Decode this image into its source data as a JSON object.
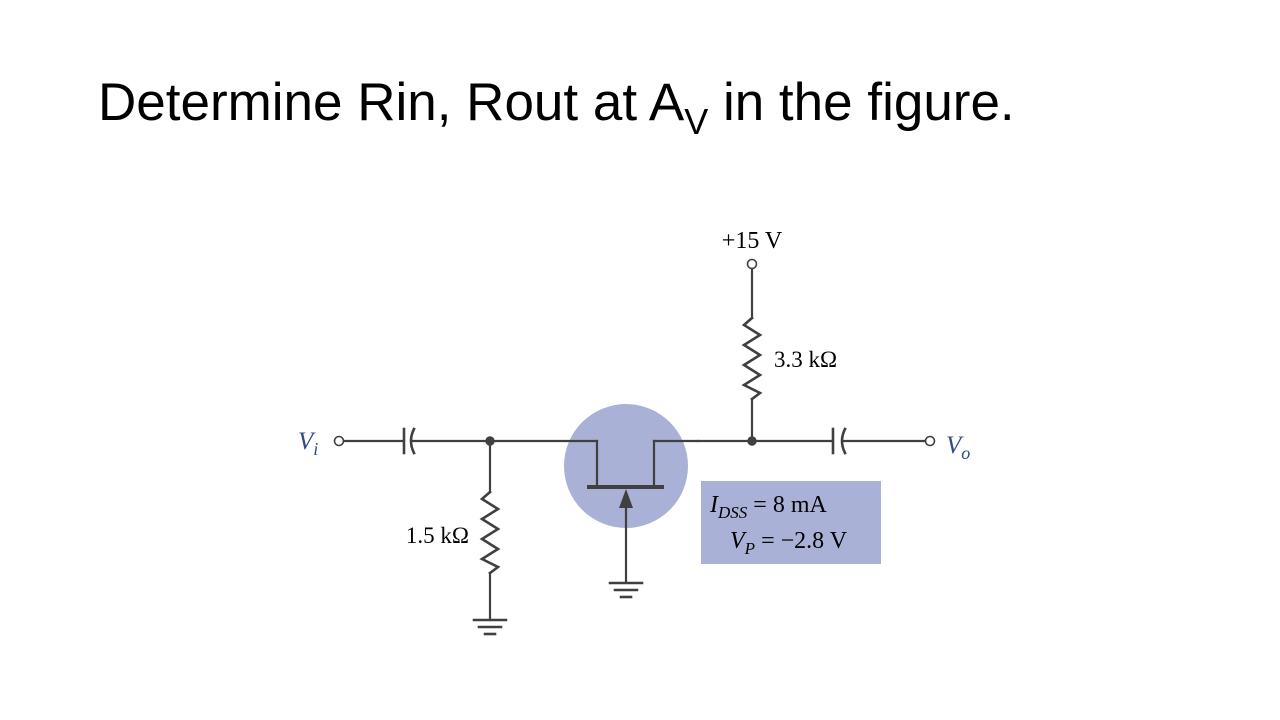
{
  "title": {
    "main": "Determine Rin, Rout at A",
    "subscript": "V",
    "rest": " in the figure."
  },
  "circuit": {
    "supply_label": "+15 V",
    "rd_label": "3.3 kΩ",
    "rg_label": "1.5 kΩ",
    "vi_main": "V",
    "vi_sub": "i",
    "vo_main": "V",
    "vo_sub": "o",
    "idss_main": "I",
    "idss_sub": "DSS",
    "idss_value": " = 8 mA",
    "vp_main": "V",
    "vp_sub": "P",
    "vp_value": " = −2.8 V"
  },
  "colors": {
    "wire": "#404040",
    "transistor_fill": "#a9b2d6",
    "param_box_fill": "#a9b2d6",
    "terminal_label": "#2f4a85",
    "text": "#000000"
  }
}
